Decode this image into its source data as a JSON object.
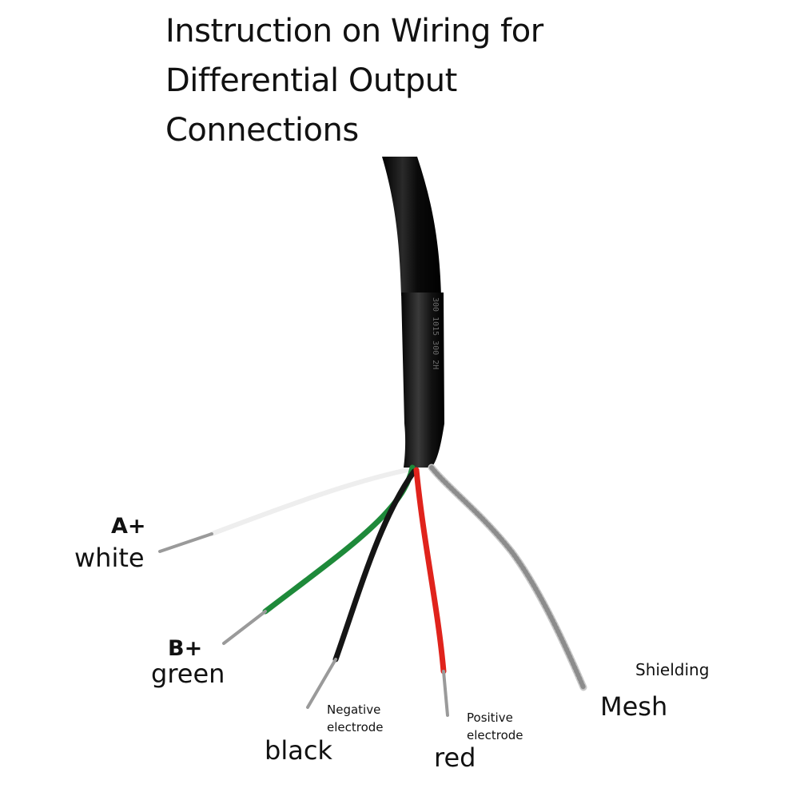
{
  "title": {
    "line1": "Instruction on Wiring for",
    "line2": "Differential Output",
    "line3": "Connections"
  },
  "labels": {
    "white_signal": "A+",
    "white_color": "white",
    "green_signal": "B+",
    "green_color": "green",
    "black_desc_1": "Negative",
    "black_desc_2": "electrode",
    "black_color": "black",
    "red_desc_1": "Positive",
    "red_desc_2": "electrode",
    "red_color": "red",
    "mesh_desc": "Shielding",
    "mesh_color": "Mesh"
  },
  "colors": {
    "cable": "#111111",
    "white_wire": "#eeeeee",
    "green_wire": "#1e8a3a",
    "black_wire": "#151515",
    "red_wire": "#e0231c",
    "shield": "#c9c9c9",
    "copper": "#9a9a9a"
  }
}
